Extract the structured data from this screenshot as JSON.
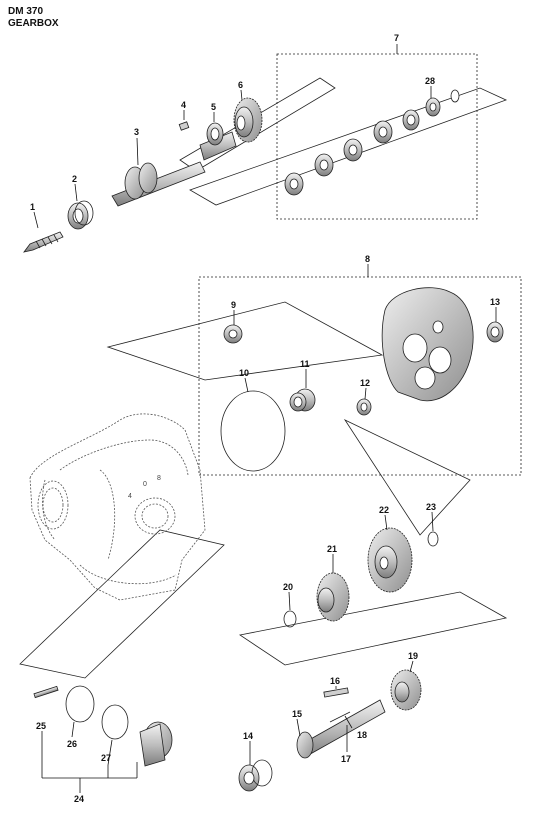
{
  "header": {
    "model": "DM 370",
    "section": "GEARBOX"
  },
  "callouts": [
    "1",
    "2",
    "3",
    "4",
    "5",
    "6",
    "7",
    "28",
    "8",
    "9",
    "10",
    "11",
    "12",
    "13",
    "22",
    "23",
    "21",
    "20",
    "19",
    "16",
    "15",
    "18",
    "14",
    "17",
    "25",
    "26",
    "27",
    "24"
  ],
  "colors": {
    "line": "#222222",
    "part_fill": "#d9d9d9",
    "part_dark": "#8a8a8a",
    "background": "#ffffff"
  }
}
